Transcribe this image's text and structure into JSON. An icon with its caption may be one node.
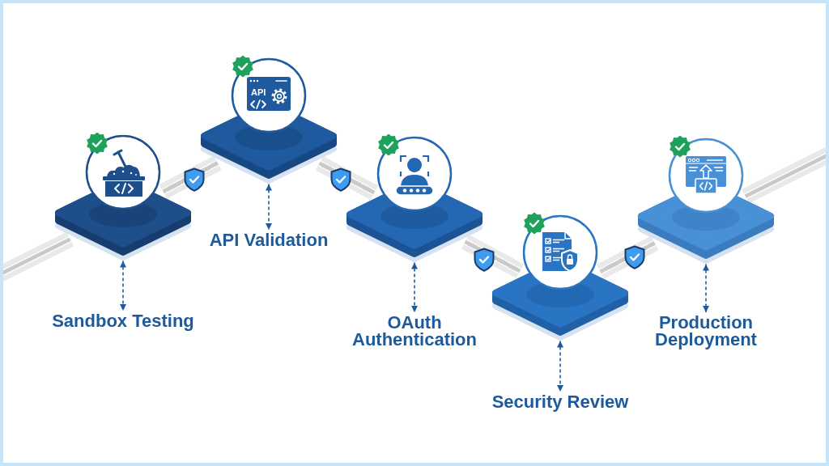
{
  "diagram": {
    "nodes": [
      {
        "text": [],
        "shape": "diamond"
      },
      {
        "text": [
          "Sandbox Testing"
        ]
      },
      {
        "text": [],
        "shape": "diamond"
      },
      {
        "text": [
          "API Validation"
        ]
      },
      {
        "text": [],
        "shape": "diamond"
      },
      {
        "text": [
          "OAuth Authentication"
        ]
      },
      {
        "text": [],
        "shape": "diamond"
      },
      {
        "text": [
          "Security Review"
        ]
      },
      {
        "text": [],
        "shape": "diamond"
      },
      {
        "text": [
          "Production Deployment"
        ]
      }
    ],
    "edges": [
      {
        "from": 0,
        "to": 1,
        "arrow": "both",
        "style": "dashed",
        "color": "#1f5a9e"
      },
      {
        "from": 2,
        "to": 3,
        "arrow": "both",
        "style": "dashed",
        "color": "#1f5a9e"
      },
      {
        "from": 4,
        "to": 5,
        "arrow": "both",
        "style": "dashed",
        "color": "#1f5a9e"
      },
      {
        "from": 6,
        "to": 7,
        "arrow": "both",
        "style": "dashed",
        "color": "#1f5a9e"
      },
      {
        "from": 8,
        "to": 9,
        "arrow": "both",
        "style": "dashed",
        "color": "#1f5a9e"
      },
      {
        "from": null,
        "to": 0,
        "arrow": "none",
        "color": "#cacaca"
      },
      {
        "from": 0,
        "to": 2,
        "arrow": "none",
        "color": "#cacaca"
      },
      {
        "from": 2,
        "to": 4,
        "arrow": "none",
        "color": "#cacaca"
      },
      {
        "from": 4,
        "to": 6,
        "arrow": "none",
        "color": "#cacaca"
      },
      {
        "from": 6,
        "to": 8,
        "arrow": "none",
        "color": "#cacaca"
      },
      {
        "from": 8,
        "to": null,
        "arrow": "none",
        "color": "#cacaca"
      }
    ],
    "labels": [
      "API"
    ]
  }
}
